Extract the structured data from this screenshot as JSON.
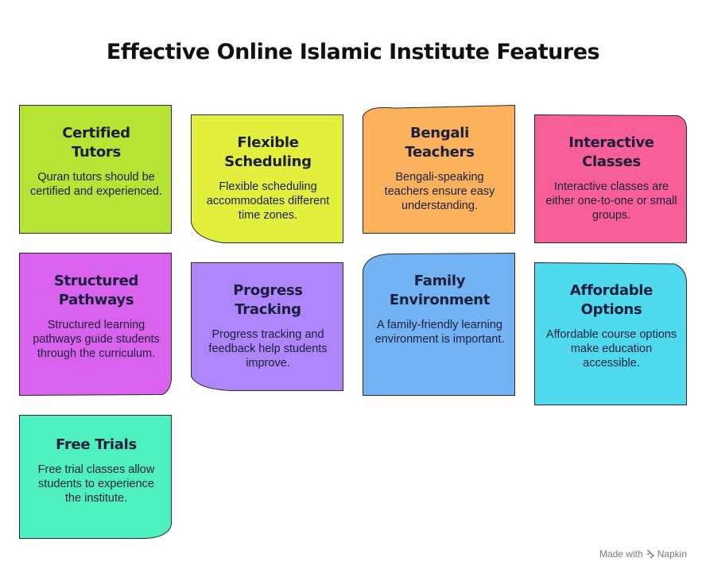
{
  "title": "Effective Online Islamic Institute Features",
  "notes": [
    {
      "heading": "Certified Tutors",
      "body": "Quran tutors should be certified and experienced.",
      "color": "#b7e335"
    },
    {
      "heading": "Flexible Scheduling",
      "body": "Flexible scheduling accommodates different time zones.",
      "color": "#e3ef3d"
    },
    {
      "heading": "Bengali Teachers",
      "body": "Bengali-speaking teachers ensure easy understanding.",
      "color": "#fcb25d"
    },
    {
      "heading": "Interactive Classes",
      "body": "Interactive classes are either one-to-one or small groups.",
      "color": "#f85f99"
    },
    {
      "heading": "Structured Pathways",
      "body": "Structured learning pathways guide students through the curriculum.",
      "color": "#d962ee"
    },
    {
      "heading": "Progress Tracking",
      "body": "Progress tracking and feedback help students improve.",
      "color": "#ad87f9"
    },
    {
      "heading": "Family Environment",
      "body": "A family-friendly learning environment is important.",
      "color": "#73b3f4"
    },
    {
      "heading": "Affordable Options",
      "body": "Affordable course options make education accessible.",
      "color": "#4ed9ef"
    },
    {
      "heading": "Free Trials",
      "body": "Free trial classes allow students to experience the institute.",
      "color": "#4ff0c0"
    }
  ],
  "footer": {
    "made_with": "Made with",
    "brand": "Napkin"
  }
}
